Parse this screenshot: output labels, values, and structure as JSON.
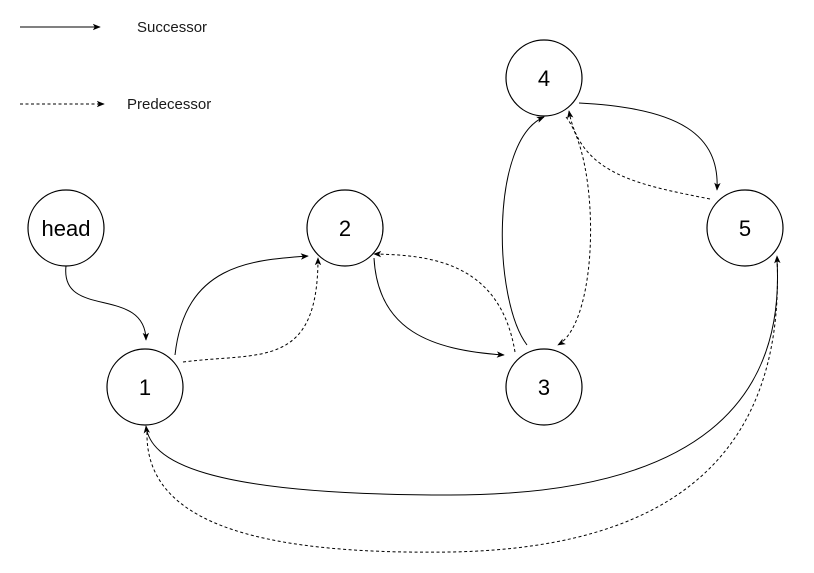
{
  "legend": {
    "successor_label": "Successor",
    "predecessor_label": "Predecessor"
  },
  "nodes": {
    "head": "head",
    "n1": "1",
    "n2": "2",
    "n3": "3",
    "n4": "4",
    "n5": "5"
  },
  "edges": [
    {
      "from": "head",
      "to": "1",
      "type": "successor"
    },
    {
      "from": "1",
      "to": "2",
      "type": "successor"
    },
    {
      "from": "1",
      "to": "2",
      "type": "predecessor"
    },
    {
      "from": "2",
      "to": "3",
      "type": "successor"
    },
    {
      "from": "3",
      "to": "2",
      "type": "predecessor"
    },
    {
      "from": "3",
      "to": "4",
      "type": "successor"
    },
    {
      "from": "4",
      "to": "3",
      "type": "predecessor"
    },
    {
      "from": "4",
      "to": "5",
      "type": "successor"
    },
    {
      "from": "5",
      "to": "4",
      "type": "predecessor"
    },
    {
      "from": "5",
      "to": "1",
      "type": "successor"
    },
    {
      "from": "1",
      "to": "5",
      "type": "predecessor"
    }
  ],
  "colors": {
    "stroke": "#000000",
    "background": "#ffffff"
  }
}
